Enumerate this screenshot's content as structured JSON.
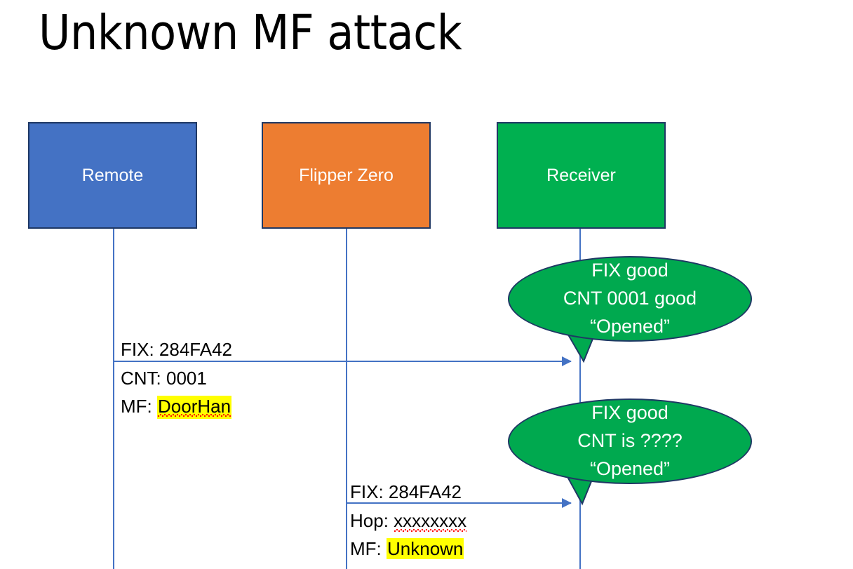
{
  "slide": {
    "title": "Unknown MF attack",
    "background_color": "#FFFFFF"
  },
  "colors": {
    "remote_blue": "#4472C4",
    "flipper_orange": "#ED7D31",
    "receiver_green": "#00B050",
    "bubble_green": "#00A94F",
    "outline_navy": "#1F3864",
    "highlight_yellow": "#FFFF00",
    "spellcheck_red": "#FF0000"
  },
  "actors": [
    {
      "id": "remote",
      "label": "Remote",
      "color": "#4472C4"
    },
    {
      "id": "flipper",
      "label": "Flipper Zero",
      "color": "#ED7D31"
    },
    {
      "id": "receiver",
      "label": "Receiver",
      "color": "#00B050"
    }
  ],
  "messages": [
    {
      "id": "msg-1",
      "from": "remote",
      "to": "receiver",
      "line1": "FIX: 284FA42",
      "line2": "CNT: 0001",
      "line3_prefix": "MF: ",
      "line3_value": "DoorHan",
      "line3_highlighted": true,
      "line3_spellchecked": true
    },
    {
      "id": "msg-2",
      "from": "flipper",
      "to": "receiver",
      "line1": "FIX: 284FA42",
      "line2_prefix": "Hop: ",
      "line2_value": "xxxxxxxx",
      "line2_spellchecked": true,
      "line3_prefix": "MF: ",
      "line3_value": "Unknown",
      "line3_highlighted": true
    }
  ],
  "bubbles": [
    {
      "id": "bubble-1",
      "line1": "FIX good",
      "line2": "CNT 0001 good",
      "line3": "“Opened”"
    },
    {
      "id": "bubble-2",
      "line1": "FIX good",
      "line2": "CNT is ????",
      "line3": "“Opened”"
    }
  ]
}
